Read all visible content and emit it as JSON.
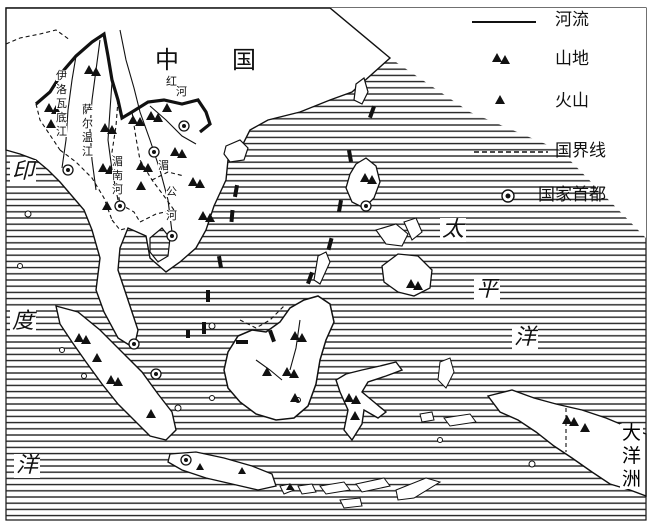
{
  "legend": {
    "items": [
      {
        "symbol": "river-line",
        "label": "河流"
      },
      {
        "symbol": "mountain-triangles",
        "label": "山地"
      },
      {
        "symbol": "volcano-triangle",
        "label": "火山"
      },
      {
        "symbol": "dashed-border",
        "label": "国界线"
      },
      {
        "symbol": "capital-dot",
        "label": "国家首都"
      }
    ]
  },
  "country": {
    "zhong": "中",
    "guo": "国"
  },
  "pacific": [
    "太",
    "平",
    "洋"
  ],
  "indian": [
    "印",
    "度",
    "洋"
  ],
  "oceania": [
    "大",
    "洋",
    "洲"
  ],
  "rivers": {
    "irrawaddy": [
      "伊",
      "洛",
      "瓦",
      "底",
      "江"
    ],
    "salween": [
      "萨",
      "尔",
      "温",
      "江"
    ],
    "chao_phraya": [
      "湄",
      "南",
      "河"
    ],
    "red_river": [
      "红",
      "河"
    ],
    "mekong": [
      "湄",
      "公",
      "河"
    ]
  },
  "colors": {
    "ink": "#111111",
    "sea_hatch": "#222222",
    "land": "#ffffff"
  }
}
